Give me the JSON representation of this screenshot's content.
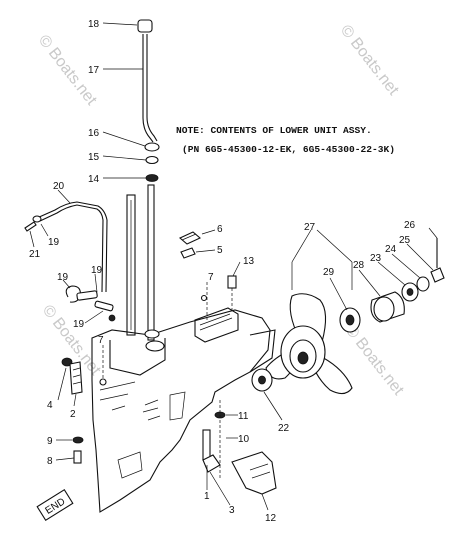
{
  "note": {
    "line1": "NOTE: CONTENTS OF LOWER UNIT ASSY.",
    "line2": "(PN 6G5-45300-12-EK, 6G5-45300-22-3K)"
  },
  "watermark": "© Boats.net",
  "end_stamp": "END",
  "callouts": {
    "p18": "18",
    "p17": "17",
    "p16": "16",
    "p15": "15",
    "p14": "14",
    "p20": "20",
    "p19a": "19",
    "p21": "21",
    "p19b": "19",
    "p19c": "19",
    "p19d": "19",
    "p6": "6",
    "p5": "5",
    "p7a": "7",
    "p7b": "7",
    "p13": "13",
    "p4": "4",
    "p2": "2",
    "p9": "9",
    "p8": "8",
    "p27": "27",
    "p29": "29",
    "p28": "28",
    "p23": "23",
    "p24": "24",
    "p25": "25",
    "p26": "26",
    "p22": "22",
    "p11": "11",
    "p10": "10",
    "p1": "1",
    "p3": "3",
    "p12": "12"
  }
}
